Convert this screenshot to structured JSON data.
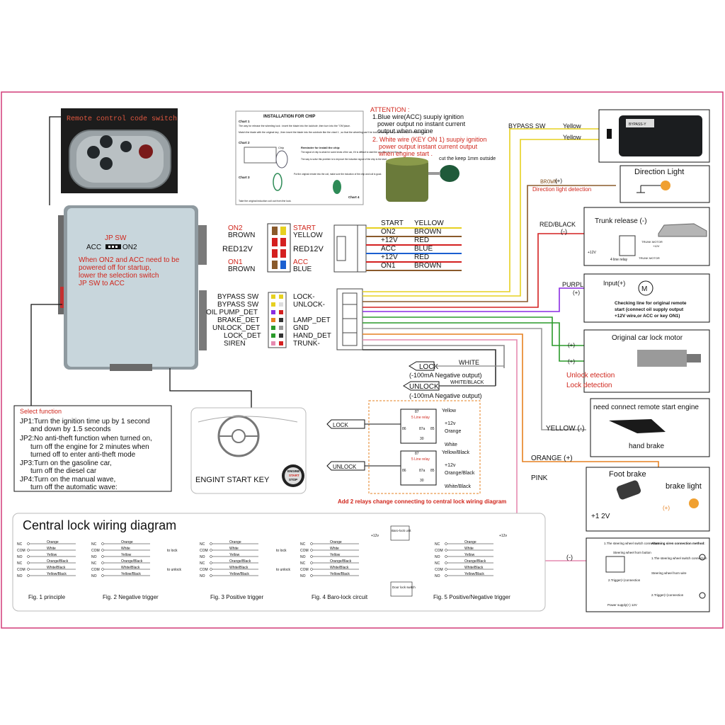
{
  "remote_caption": "Remote control code switch",
  "module": {
    "jp_sw": "JP SW",
    "acc": "ACC",
    "on2": "ON2",
    "note_lines": [
      "When ON2 and ACC need to be",
      "powered off for startup,",
      "lower the selection switch",
      "JP SW to ACC"
    ]
  },
  "top_connector": {
    "left": [
      "ON2",
      "BROWN",
      "RED12V",
      "ON1",
      "BROWN"
    ],
    "right": [
      "START",
      "YELLOW",
      "RED12V",
      "ACC",
      "BLUE"
    ]
  },
  "top_wires": [
    {
      "name": "START",
      "color_name": "YELLOW"
    },
    {
      "name": "ON2",
      "color_name": "BROWN"
    },
    {
      "name": "+12V",
      "color_name": "RED"
    },
    {
      "name": "ACC",
      "color_name": "BLUE"
    },
    {
      "name": "+12V",
      "color_name": "RED"
    },
    {
      "name": "ON1",
      "color_name": "BROWN"
    }
  ],
  "main_connector": {
    "left": [
      "BYPASS SW",
      "BYPASS SW",
      "OIL PUMP_DET",
      "BRAKE_DET",
      "UNLOCK_DET",
      "LOCK_DET",
      "SIREN"
    ],
    "right": [
      "LOCK-",
      "UNLOCK-",
      "LAMP_DET",
      "GND",
      "HAND_DET",
      "TRUNK-"
    ]
  },
  "chip": {
    "title": "INSTALLATION FOR CHIP",
    "chart1": "Chart 1",
    "chart2": "Chart 2",
    "chart3": "Chart 3",
    "chart4": "Chart 4",
    "chip": "Chip",
    "reminder": "Reminder for install the chip:",
    "bottom": "Take the original induction coil out from the lock.",
    "c1_text": "The way for release the wheeling lock : insert the blade into the lockhole ,then turn into the \"ON\"place.",
    "c1_text2": "Match the blade with the original key , then insert the blade into the cointrole like the chart 1 , so that the wheeling can't be lock, then stick the push button on the face of lock.",
    "rem_text": "The signal of chip is weak for some kinds of the car, if it is difficult to start the car when fix it in the car.",
    "rem_text2": "The way to solve this problem is to improve the induction signal of the chip to the start.",
    "c3_text": "Put the original remote into the coil, make sure the induction of the chip and coil is good."
  },
  "attention": {
    "title": "ATTENTION :",
    "lines": [
      "1.Blue wire(ACC) suupiy ignition",
      "power output no instant current",
      "output when engine"
    ],
    "lines2": [
      "2. White wire (KEY ON 1) suupiy ignition",
      "power output instant current output",
      "when engine start ."
    ],
    "cut_keep": "cut the keep 1mm outside"
  },
  "right_labels": {
    "bypass_sw": "BYPASS SW",
    "yellow1": "Yellow",
    "yellow2": "Yellow",
    "bypass_box": "BYPASS-Y",
    "brown": "BROWN",
    "brown_sign": "(+)",
    "direction_detect": "Direction light detection",
    "direction_light": "Direction Light",
    "red_black": "RED/BLACK",
    "red_black_sign": "(-)",
    "trunk_release": "Trunk release (-)",
    "trunk_motor": "TRUNK MOTOR",
    "trunk_12v": "+12V",
    "relay4": "4 line relay",
    "v12": "+12V",
    "purple": "PURPLE",
    "purple_sign": "(+)",
    "input": "Input(+)",
    "motor_m": "M",
    "check_lines": [
      "Checking line for original remote",
      "start (connect oil supply output",
      "+12V wire,or ACC or key ON1)"
    ],
    "plus_sign": "(+)",
    "plus_sign2": "(+)",
    "orig_lock": "Original car lock motor",
    "unlock_det": "Unlock etection",
    "lock_det": "Lock detection",
    "remote_start_engine": "need connect remote start engine",
    "hand_brake": "hand brake",
    "yellow_minus": "YELLOW (-)",
    "orange_plus": "ORANGE (+)",
    "pink": "PINK",
    "foot_brake": "Foot brake",
    "brake_light": "brake light",
    "plus12v": "+1 2V",
    "foot_sign": "(+)",
    "minus_sign": "(-)"
  },
  "lock_outputs": {
    "lock": "LOCK",
    "white": "WHITE",
    "lock_neg": "(-100mA Negative output)",
    "unlock": "UNLOCK",
    "white_black": "WHITE/BLACK",
    "unlock_neg": "(-100mA Negative output)"
  },
  "relays": {
    "lock": "LOCK",
    "unlock": "UNLOCK",
    "five_line": "5 Line relay",
    "five_line2": "5 Line relay",
    "n87": "87",
    "n86": "86",
    "n87a": "87a",
    "n85": "85",
    "n30": "30",
    "orange": "Orange",
    "yellow": "Yellow",
    "white": "White",
    "v12": "+12v",
    "yellow_black": "Yellow/Black",
    "orange_black": "Orange/Black",
    "white_black": "White/Black",
    "caption": "Add 2 relays change connecting to central lock wiring diagram"
  },
  "select_function": {
    "title": "Select function",
    "lines": [
      "JP1:Turn the ignition time up by 1 second",
      "and down by 1.5 seconds",
      "JP2:No anti-theft function when turned on,",
      "turn off the engine for 2 minutes when",
      "turned off to enter anti-theft mode",
      "JP3:Turn on the gasoline car,",
      "turn off the diesel car",
      "JP4:Turn on the manual wave,",
      "turn off the automatic wave:"
    ]
  },
  "start_key": {
    "label": "ENGINT START KEY",
    "engine": "ENGINE",
    "start": "START",
    "stop": "STOP"
  },
  "central_lock": {
    "title": "Central lock wiring diagram",
    "pins": [
      "NC",
      "COM",
      "NO",
      "NC",
      "COM",
      "NO"
    ],
    "wires": [
      "Orange",
      "White",
      "Yellow",
      "Orange/Black",
      "White/Black",
      "Yellow/Black"
    ],
    "to_lock": "to lock",
    "to_unlock": "to unlock",
    "v12": "+12v",
    "baro_unit": "Baro-lock unit",
    "door_switch": "Door lock switch",
    "fig_captions": [
      "Fig. 1 principle",
      "Fig. 2  Negative trigger",
      "Fig. 3  Positive trigger",
      "Fig. 4  Baro-lock circuit",
      "Fig. 5  Positive/Negative trigger"
    ]
  },
  "siren": {
    "steering_title": "1.The steering wheel switch connection",
    "horn_button": "Steering wheel horn button",
    "trigger": "2.Trigger(+)connection",
    "power": "Power supply(+) 12V",
    "alarm_title": "Alarming siren connection method:",
    "opt1": "1.The steering wheel switch connection",
    "horn_wire": "Steering wheel horn wire",
    "opt2": "2.Trigger(+)connection"
  }
}
